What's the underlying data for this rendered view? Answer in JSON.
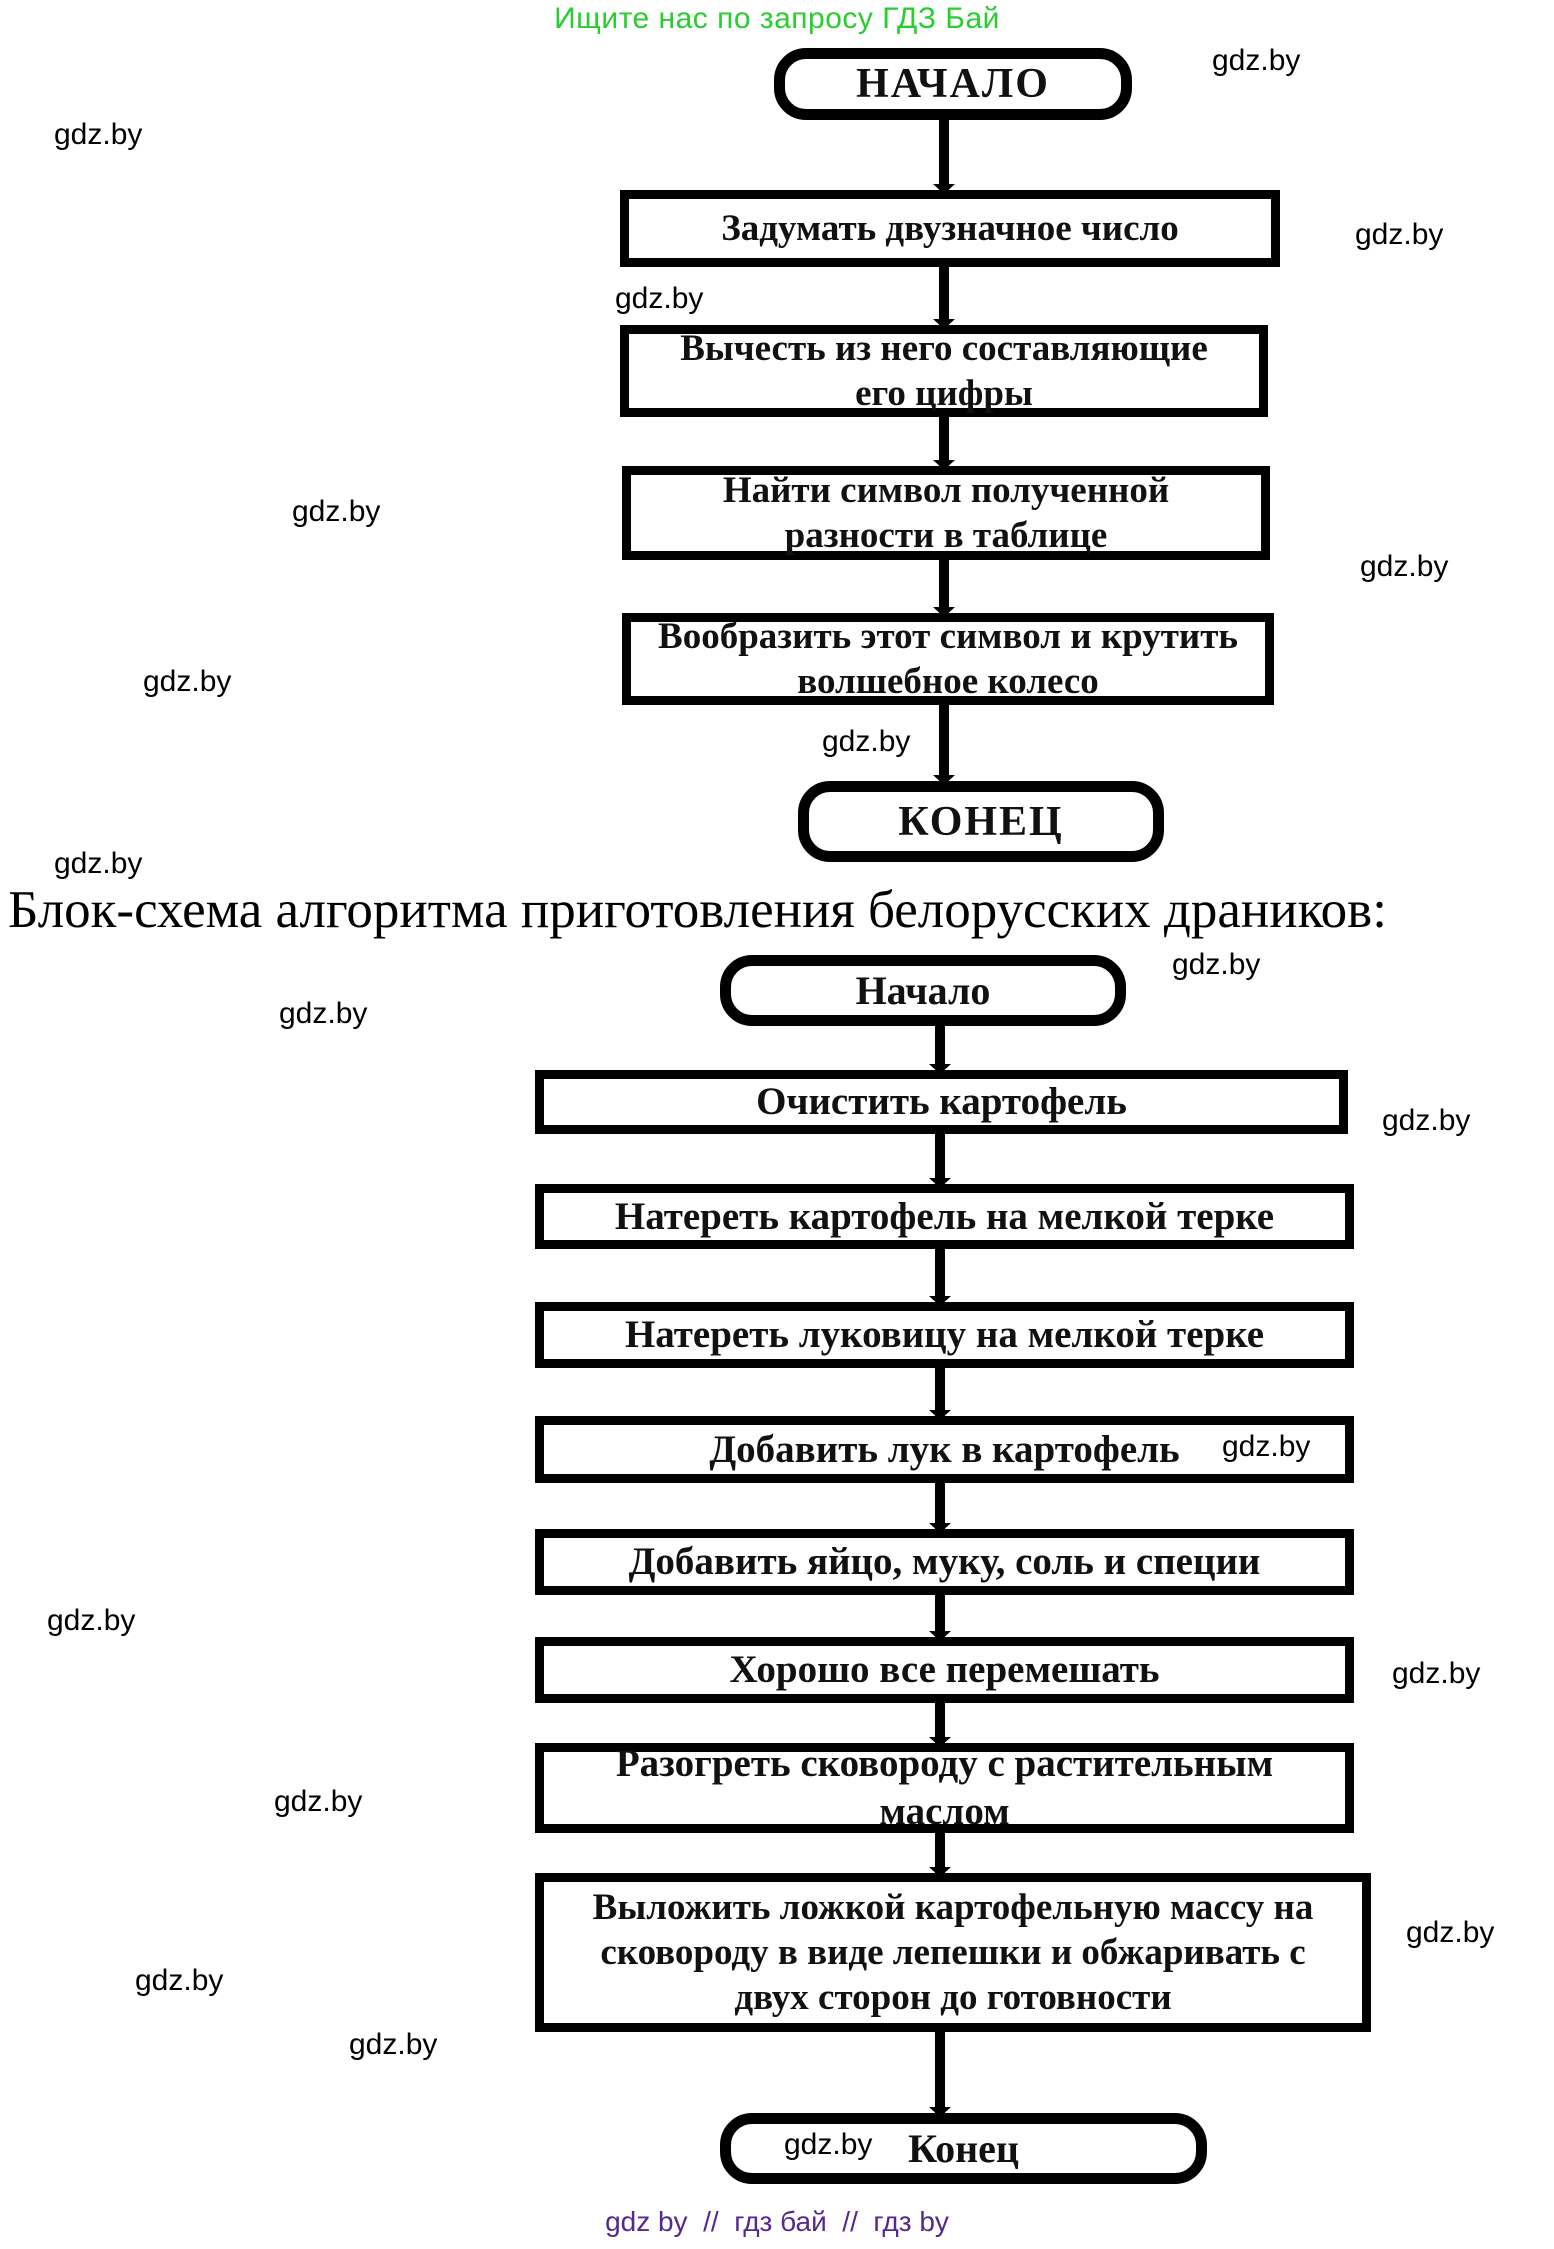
{
  "promo": {
    "text": "Ищите нас по запросу ГДЗ Бай",
    "color": "#28CE2E"
  },
  "watermark": {
    "label": "gdz.by"
  },
  "flowchart1": {
    "start": "НАЧАЛО",
    "steps": [
      "Задумать двузначное число",
      "Вычесть из него составляющие\nего цифры",
      "Найти символ полученной\nразности в таблице",
      "Вообразить этот символ и крутить\nволшебное колесо"
    ],
    "end": "КОНЕЦ"
  },
  "section_title": "Блок-схема алгоритма приготовления белорусских драников:",
  "flowchart2": {
    "start": "Начало",
    "steps": [
      "Очистить картофель",
      "Натереть картофель на мелкой терке",
      "Натереть луковицу на мелкой терке",
      "Добавить лук в картофель",
      "Добавить яйцо, муку, соль и специи",
      "Хорошо все перемешать",
      "Разогреть сковороду с растительным\nмаслом",
      "Выложить ложкой картофельную массу на\nсковороду в виде лепешки и обжаривать с\nдвух сторон до готовности"
    ],
    "end": "Конец"
  },
  "footer": {
    "text": "gdz by  //  гдз бай  //  гдз by",
    "color": "#54288E"
  }
}
